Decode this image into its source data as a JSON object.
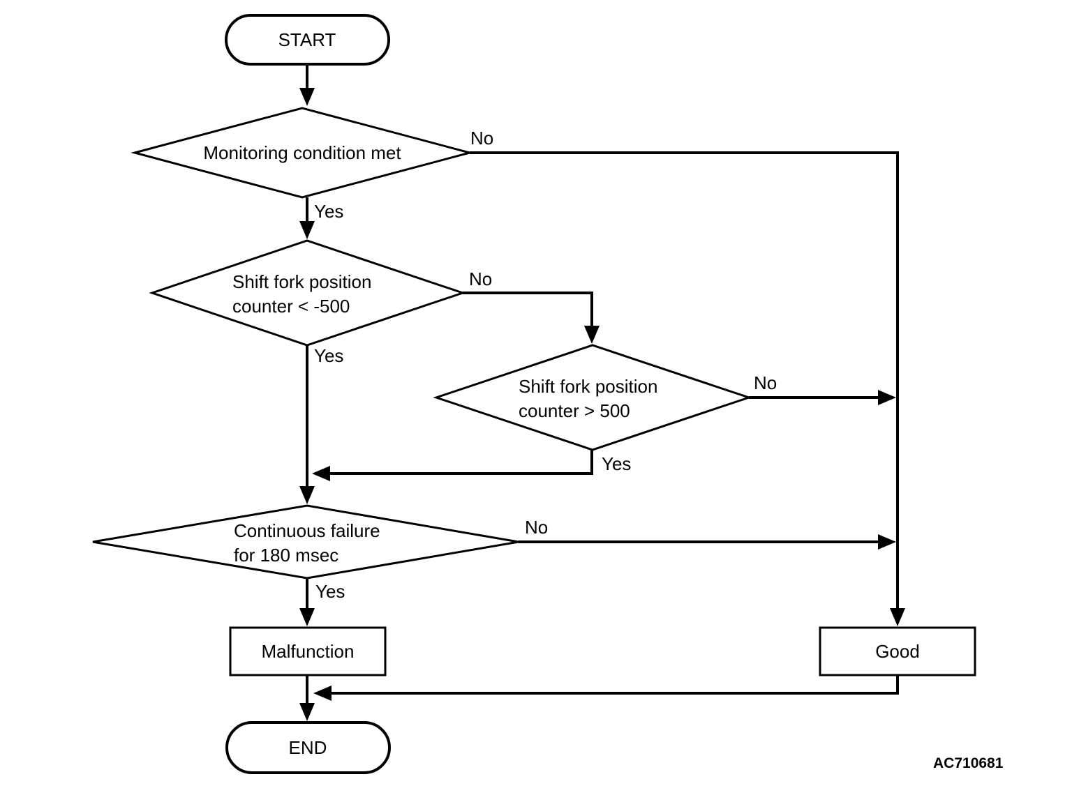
{
  "page": {
    "background_color": "#ffffff",
    "line_color": "#000000"
  },
  "flowchart": {
    "figure_code": "AC710681",
    "nodes": {
      "start": {
        "type": "terminator",
        "label": "START"
      },
      "monitoring": {
        "type": "decision",
        "label": "Monitoring condition met"
      },
      "shift_fork_neg": {
        "type": "decision",
        "line1": "Shift fork position",
        "line2": "counter < -500"
      },
      "shift_fork_pos": {
        "type": "decision",
        "line1": "Shift fork position",
        "line2": "counter > 500"
      },
      "continuous_failure": {
        "type": "decision",
        "line1": "Continuous failure",
        "line2": "for 180 msec"
      },
      "malfunction": {
        "type": "process",
        "label": "Malfunction"
      },
      "good": {
        "type": "process",
        "label": "Good"
      },
      "end": {
        "type": "terminator",
        "label": "END"
      }
    },
    "edges": [
      {
        "from": "start",
        "to": "monitoring",
        "label": ""
      },
      {
        "from": "monitoring",
        "to": "good",
        "label": "No"
      },
      {
        "from": "monitoring",
        "to": "shift_fork_neg",
        "label": "Yes"
      },
      {
        "from": "shift_fork_neg",
        "to": "shift_fork_pos",
        "label": "No"
      },
      {
        "from": "shift_fork_neg",
        "to": "continuous_failure",
        "label": "Yes"
      },
      {
        "from": "shift_fork_pos",
        "to": "good",
        "label": "No"
      },
      {
        "from": "shift_fork_pos",
        "to": "continuous_failure",
        "label": "Yes"
      },
      {
        "from": "continuous_failure",
        "to": "good",
        "label": "No"
      },
      {
        "from": "continuous_failure",
        "to": "malfunction",
        "label": "Yes"
      },
      {
        "from": "malfunction",
        "to": "end",
        "label": ""
      },
      {
        "from": "good",
        "to": "end",
        "label": ""
      }
    ]
  }
}
